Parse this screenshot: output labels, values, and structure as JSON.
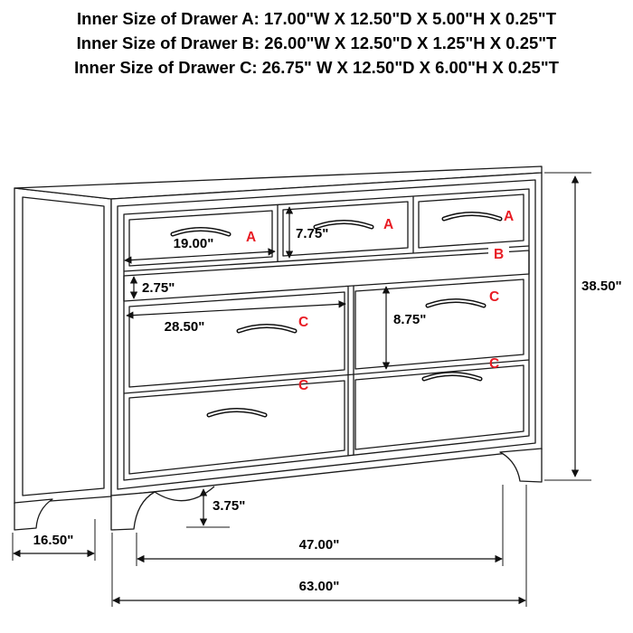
{
  "header": {
    "line_a": "Inner Size of Drawer A: 17.00\"W X 12.50\"D X 5.00\"H X 0.25\"T",
    "line_b": "Inner Size of Drawer B: 26.00\"W X 12.50\"D X 1.25\"H X 0.25\"T",
    "line_c": "Inner Size of Drawer C: 26.75\" W X 12.50\"D X 6.00\"H X 0.25\"T"
  },
  "drawer_labels": {
    "a1": "A",
    "a2": "A",
    "a3": "A",
    "b": "B",
    "c_left_top": "C",
    "c_right_top": "C",
    "c_left_bottom": "C",
    "c_right_bottom": "C"
  },
  "dimensions": {
    "drawer_a_width": "19.00\"",
    "drawer_a_front_height": "7.75\"",
    "drawer_b_front_height": "2.75\"",
    "drawer_c_width": "28.50\"",
    "drawer_c_front_height": "8.75\"",
    "overall_height": "38.50\"",
    "leg_height": "3.75\"",
    "overall_depth": "16.50\"",
    "legs_span_width": "47.00\"",
    "overall_width": "63.00\""
  },
  "colors": {
    "label_red": "#e81c24",
    "text": "#000000",
    "line": "#1a1a1a",
    "background": "#ffffff"
  }
}
